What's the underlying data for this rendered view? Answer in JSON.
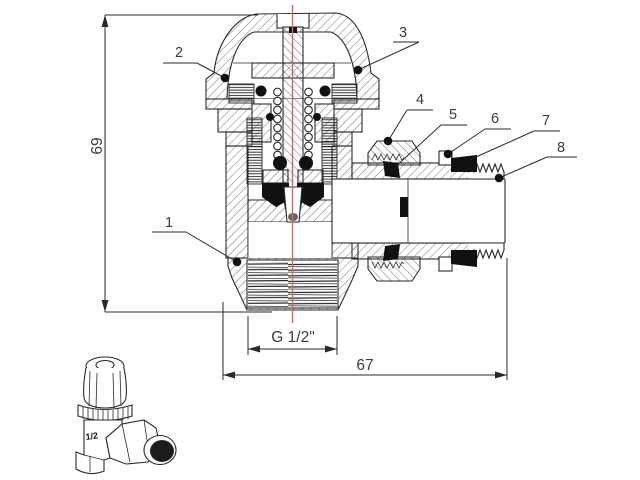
{
  "figure": {
    "background": "#ffffff",
    "line_color": "#2a2a2a",
    "text_color": "#3b3b3b",
    "centerline_color": "#c96a6a",
    "seal_color": "#111111"
  },
  "dimensions": {
    "height": "69",
    "width": "67",
    "thread": "G 1/2\""
  },
  "callouts": [
    {
      "label": "1"
    },
    {
      "label": "2"
    },
    {
      "label": "3"
    },
    {
      "label": "4"
    },
    {
      "label": "5"
    },
    {
      "label": "6"
    },
    {
      "label": "7"
    },
    {
      "label": "8"
    }
  ],
  "thumbnail": {
    "marking": "1/2"
  }
}
